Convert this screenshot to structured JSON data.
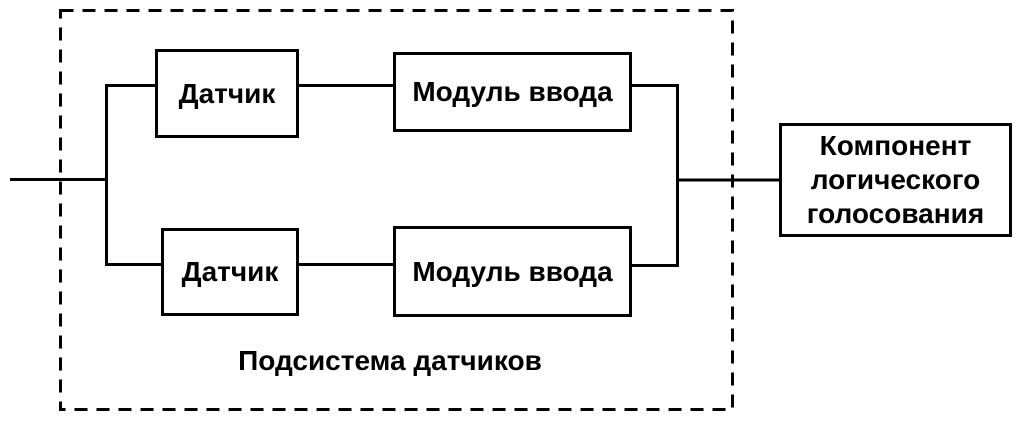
{
  "diagram": {
    "kind": "reliability-block-diagram",
    "blocks": [
      {
        "id": "sensor-1",
        "label": "Датчик"
      },
      {
        "id": "input-module-1",
        "label": "Модуль ввода"
      },
      {
        "id": "sensor-2",
        "label": "Датчик"
      },
      {
        "id": "input-module-2",
        "label": "Модуль ввода"
      },
      {
        "id": "voter",
        "label": "Компонент логического голосования"
      }
    ],
    "subsystem_label": "Подсистема датчиков",
    "colors": {
      "line": "#000000",
      "text": "#000000",
      "background": "#ffffff"
    }
  }
}
